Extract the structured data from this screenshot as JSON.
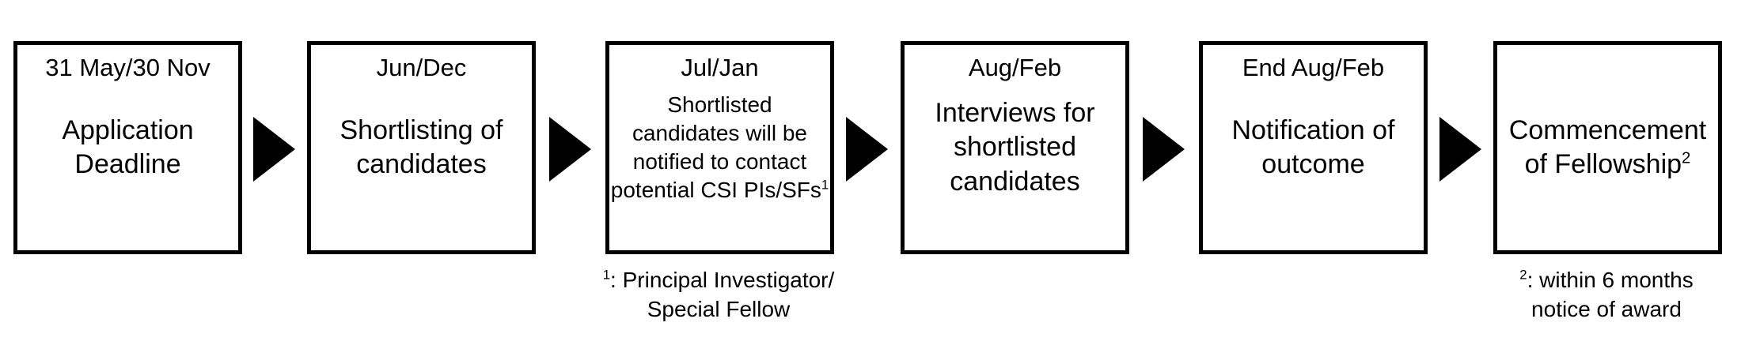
{
  "steps": [
    {
      "date": "31 May/30 Nov",
      "lines": [
        "Application",
        "Deadline"
      ]
    },
    {
      "date": "Jun/Dec",
      "lines": [
        "Shortlisting of",
        "candidates"
      ]
    },
    {
      "date": "Jul/Jan",
      "lines": [
        "Shortlisted",
        "candidates will be",
        "notified to contact",
        "potential CSI PIs/SFs"
      ],
      "sup": "1"
    },
    {
      "date": "Aug/Feb",
      "lines": [
        "Interviews for",
        "shortlisted",
        "candidates"
      ]
    },
    {
      "date": "End Aug/Feb",
      "lines": [
        "Notification of",
        "outcome"
      ]
    },
    {
      "lines": [
        "Commencement",
        "of Fellowship"
      ],
      "sup": "2"
    }
  ],
  "footnotes": [
    {
      "sup": "1",
      "line1": ": Principal Investigator/",
      "line2": "Special Fellow"
    },
    {
      "sup": "2",
      "line1": ": within 6 months",
      "line2": "notice of award"
    }
  ],
  "colors": {
    "background": "#ffffff",
    "border": "#000000",
    "text": "#000000",
    "arrow": "#000000"
  }
}
